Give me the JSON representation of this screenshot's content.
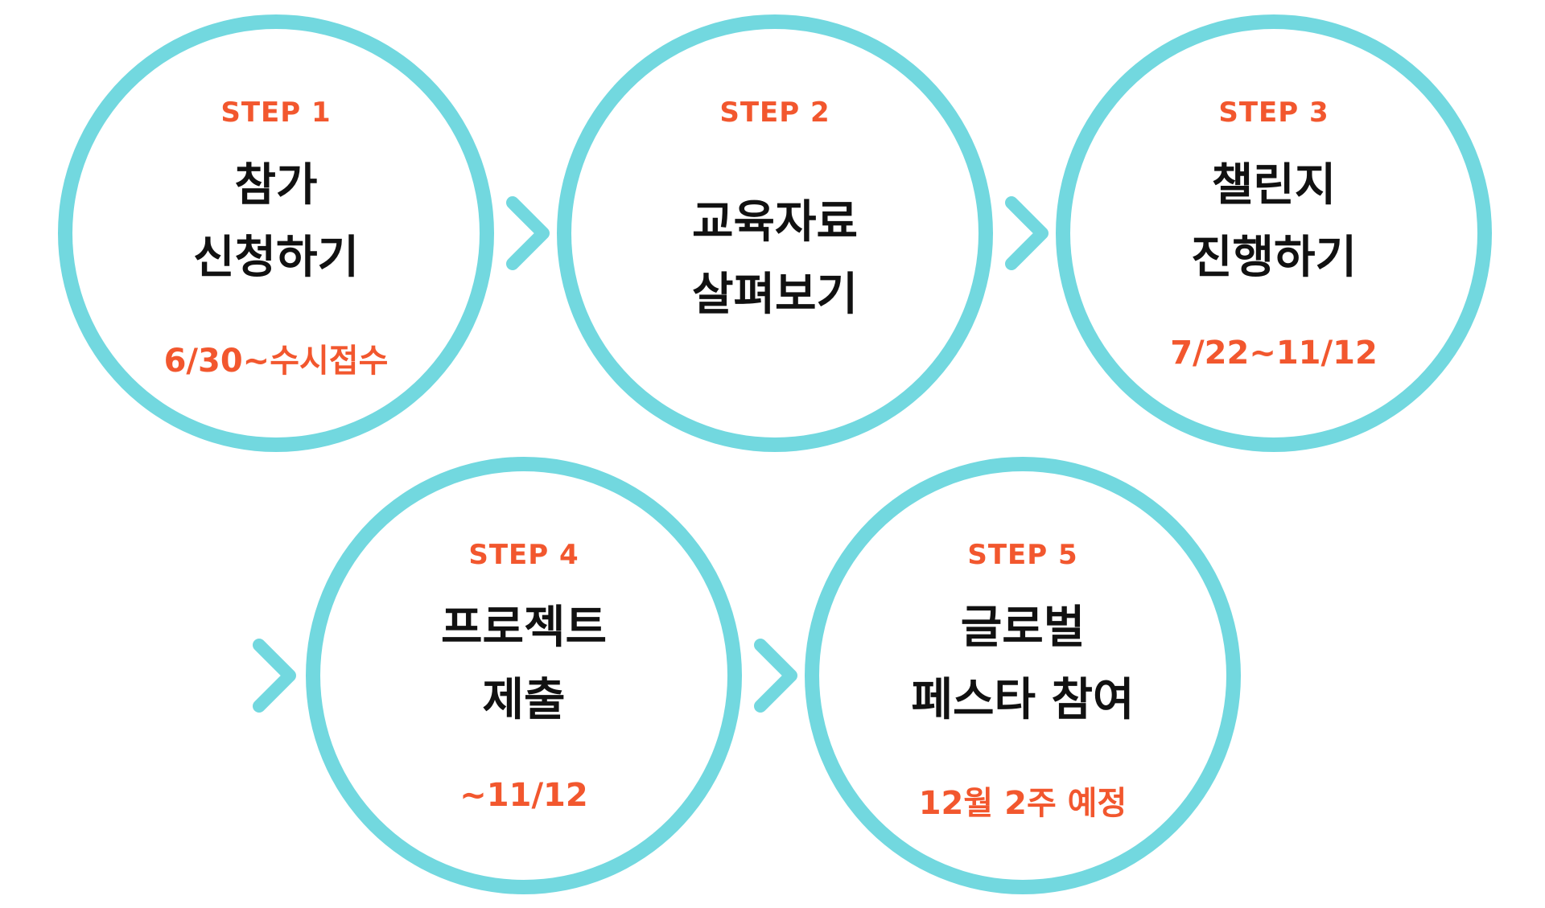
{
  "steps": [
    {
      "step": "STEP 1",
      "title_line1": "참가",
      "title_line2": "신청하기",
      "date": "6/30~수시접수"
    },
    {
      "step": "STEP 2",
      "title_line1": "교육자료",
      "title_line2": "살펴보기",
      "date": ""
    },
    {
      "step": "STEP 3",
      "title_line1": "챌린지",
      "title_line2": "진행하기",
      "date": "7/22~11/12"
    },
    {
      "step": "STEP 4",
      "title_line1": "프로젝트",
      "title_line2": "제출",
      "date": "~11/12"
    },
    {
      "step": "STEP 5",
      "title_line1": "글로벌",
      "title_line2": "페스타 참여",
      "date": "12월 2주 예정"
    }
  ],
  "colors": {
    "circle": "#72D8DF",
    "accent": "#F2572E",
    "text": "#111111"
  },
  "icons": {
    "arrow": "chevron-right-icon"
  }
}
